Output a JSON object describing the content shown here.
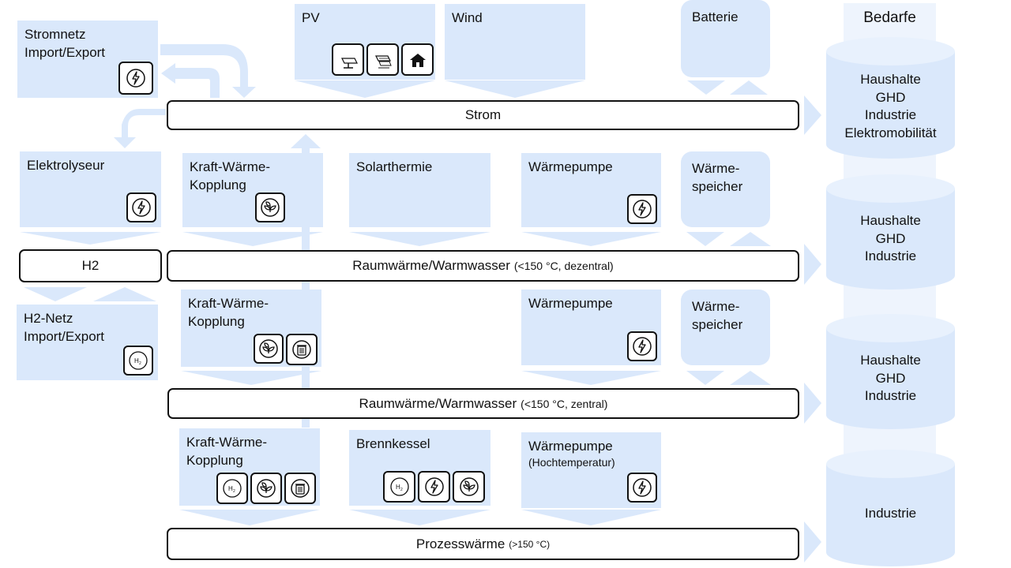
{
  "bedarfe_title": "Bedarfe",
  "sources": {
    "stromnetz": {
      "l1": "Stromnetz",
      "l2": "Import/Export",
      "icons": [
        "lightning-icon"
      ]
    },
    "pv": {
      "label": "PV",
      "icons": [
        "solar-tracker-icon",
        "solar-field-icon",
        "rooftop-solar-icon"
      ]
    },
    "wind": {
      "label": "Wind"
    },
    "batterie": {
      "label": "Batterie"
    },
    "elektrolyseur": {
      "label": "Elektrolyseur",
      "icons": [
        "lightning-icon"
      ]
    },
    "kwk1": {
      "l1": "Kraft-Wärme-",
      "l2": "Kopplung",
      "icons": [
        "biomass-icon"
      ]
    },
    "solarthermie": {
      "label": "Solarthermie"
    },
    "waermepumpe1": {
      "label": "Wärmepumpe",
      "icons": [
        "lightning-icon"
      ]
    },
    "waermespeicher1": {
      "l1": "Wärme-",
      "l2": "speicher"
    },
    "h2netz": {
      "l1": "H2-Netz",
      "l2": "Import/Export",
      "icons": [
        "hydrogen-icon"
      ]
    },
    "kwk2": {
      "l1": "Kraft-Wärme-",
      "l2": "Kopplung",
      "icons": [
        "biomass-icon",
        "waste-icon"
      ]
    },
    "waermepumpe2": {
      "label": "Wärmepumpe",
      "icons": [
        "lightning-icon"
      ]
    },
    "waermespeicher2": {
      "l1": "Wärme-",
      "l2": "speicher"
    },
    "kwk3": {
      "l1": "Kraft-Wärme-",
      "l2": "Kopplung",
      "icons": [
        "hydrogen-icon",
        "biomass-icon",
        "waste-icon"
      ]
    },
    "brennkessel": {
      "label": "Brennkessel",
      "icons": [
        "hydrogen-icon",
        "lightning-icon",
        "biomass-icon"
      ]
    },
    "waermepumpe3": {
      "label": "Wärmepumpe",
      "sub": "(Hochtemperatur)",
      "icons": [
        "lightning-icon"
      ]
    }
  },
  "buses": {
    "strom": {
      "label": "Strom"
    },
    "h2": {
      "label": "H2"
    },
    "raumwaerme_dezentral": {
      "label": "Raumwärme/Warmwasser",
      "note": "(<150 °C, dezentral)"
    },
    "raumwaerme_zentral": {
      "label": "Raumwärme/Warmwasser",
      "note": "(<150 °C, zentral)"
    },
    "prozesswaerme": {
      "label": "Prozesswärme",
      "note": "(>150 °C)"
    }
  },
  "demands": {
    "d1": [
      "Haushalte",
      "GHD",
      "Industrie",
      "Elektromobilität"
    ],
    "d2": [
      "Haushalte",
      "GHD",
      "Industrie"
    ],
    "d3": [
      "Haushalte",
      "GHD",
      "Industrie"
    ],
    "d4": [
      "Industrie"
    ]
  },
  "colors": {
    "box_fill": "#dae8fb",
    "arrow_fill": "#dae8fb",
    "border": "#111111"
  }
}
